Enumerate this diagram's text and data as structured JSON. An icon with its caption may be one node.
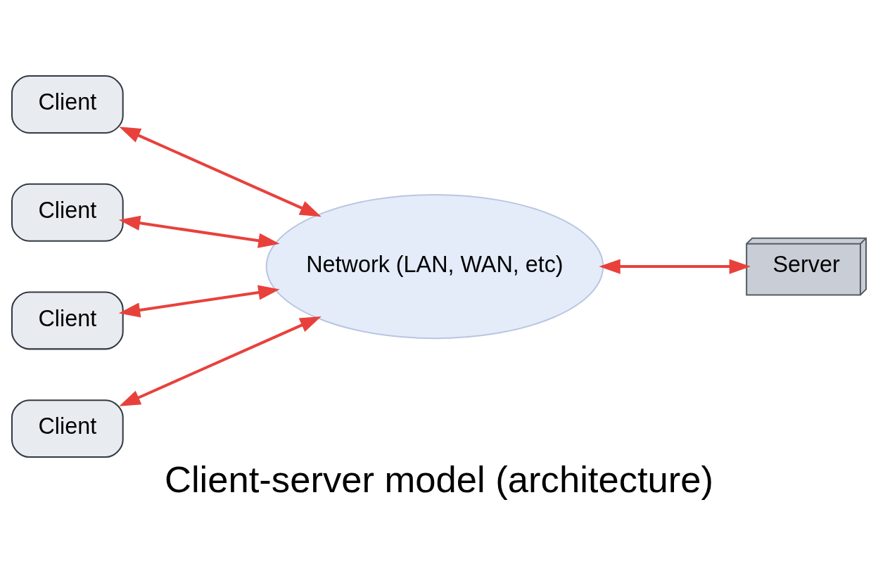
{
  "diagram": {
    "title": "Client-server model (architecture)",
    "nodes": [
      {
        "text": [
          "Client"
        ]
      },
      {
        "text": [
          "Client"
        ]
      },
      {
        "text": [
          "Network (LAN, WAN, etc)"
        ]
      },
      {
        "text": [
          "Server"
        ]
      },
      {
        "text": [
          "Client"
        ]
      },
      {
        "text": [
          "Client"
        ]
      }
    ],
    "edges": [
      {
        "from": 0,
        "to": 2,
        "arrow": "both"
      },
      {
        "from": 1,
        "to": 2,
        "arrow": "both"
      },
      {
        "from": 4,
        "to": 2,
        "arrow": "both"
      },
      {
        "from": 5,
        "to": 2,
        "arrow": "both"
      },
      {
        "from": 2,
        "to": 3,
        "arrow": "both"
      }
    ]
  }
}
